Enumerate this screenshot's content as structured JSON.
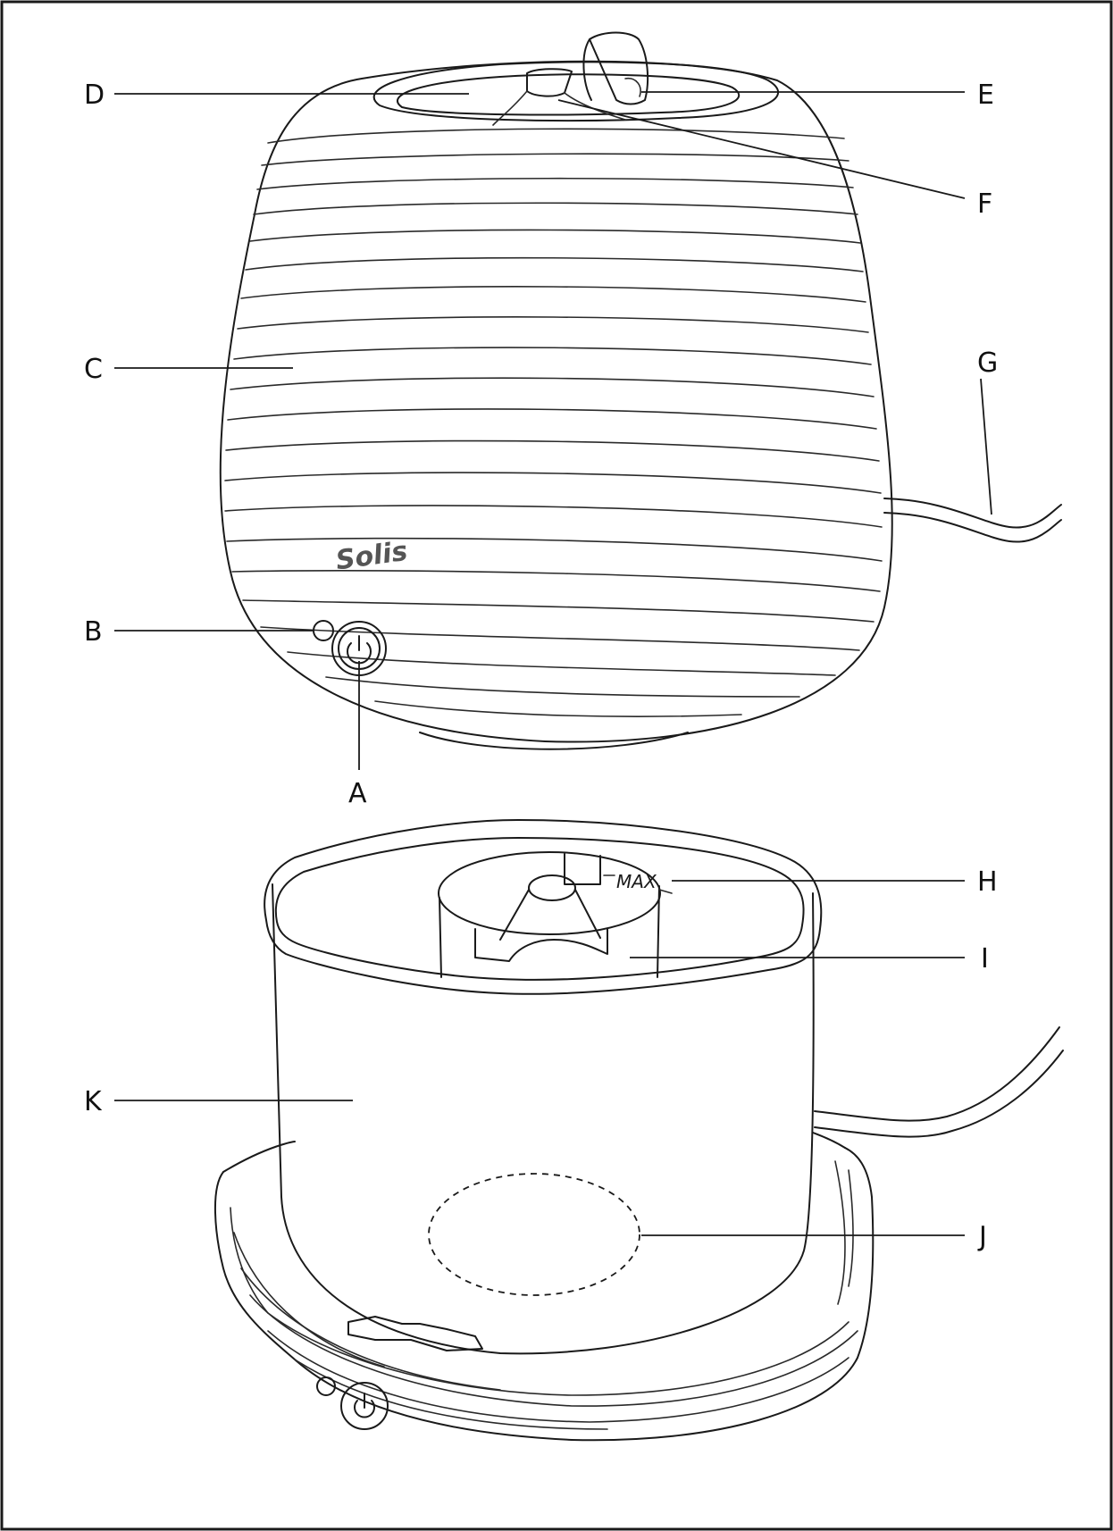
{
  "colors": {
    "ink": "#1a1a1a",
    "background": "#ffffff"
  },
  "brand_logo": "Solis",
  "max_mark": "MAX",
  "icons": [
    "power-icon",
    "indicator-light-icon"
  ],
  "labels": {
    "A": "A",
    "B": "B",
    "C": "C",
    "D": "D",
    "E": "E",
    "F": "F",
    "G": "G",
    "H": "H",
    "I": "I",
    "J": "J",
    "K": "K"
  }
}
